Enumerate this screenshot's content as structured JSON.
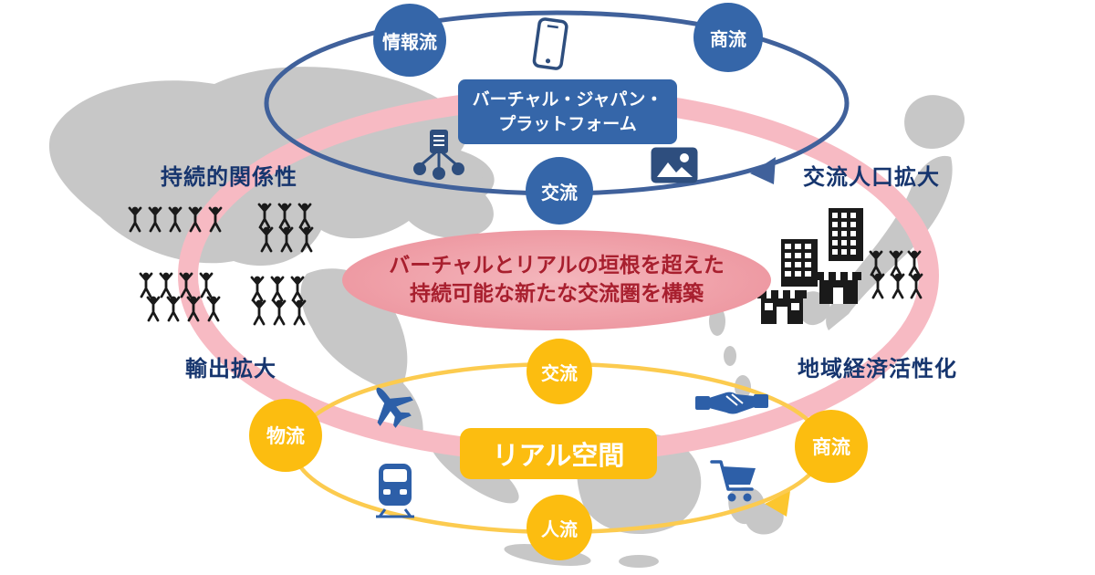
{
  "colors": {
    "virtual_blue": "#3566a9",
    "virtual_ring_navy": "#40619b",
    "real_yellow": "#fcbd10",
    "real_ring_yellow": "#fccb4f",
    "sphere_ring_pink": "#f7bac3",
    "center_fill_pink": "#ee99a2",
    "center_text_red": "#a81f2e",
    "label_navy": "#16356e",
    "icon_navy": "#2e4e7e",
    "icon_blue": "#2d5fa8",
    "map_gray": "#c7c7c7",
    "pictogram_black": "#1a1a1a"
  },
  "virtual_space": {
    "platform_line1": "バーチャル・ジャパン・",
    "platform_line2": "プラットフォーム",
    "nodes": {
      "info_flow": "情報流",
      "commerce_flow": "商流",
      "exchange": "交流"
    }
  },
  "real_space": {
    "label": "リアル空間",
    "nodes": {
      "exchange": "交流",
      "logistics_flow": "物流",
      "commerce_flow": "商流",
      "people_flow": "人流"
    }
  },
  "center_message": {
    "line1": "バーチャルとリアルの垣根を超えた",
    "line2": "持続可能な新たな交流圏を構築"
  },
  "outcome_labels": {
    "top_left": "持続的関係性",
    "top_right": "交流人口拡大",
    "bottom_left": "輸出拡大",
    "bottom_right": "地域経済活性化"
  },
  "icons": {
    "smartphone": "📱",
    "share-network": "🔗",
    "image": "🖼",
    "airplane": "✈",
    "train": "🚆",
    "handshake": "🤝",
    "shopping-cart": "🛒",
    "people-group": "👥",
    "buildings": "🏢",
    "shop": "🏪"
  }
}
